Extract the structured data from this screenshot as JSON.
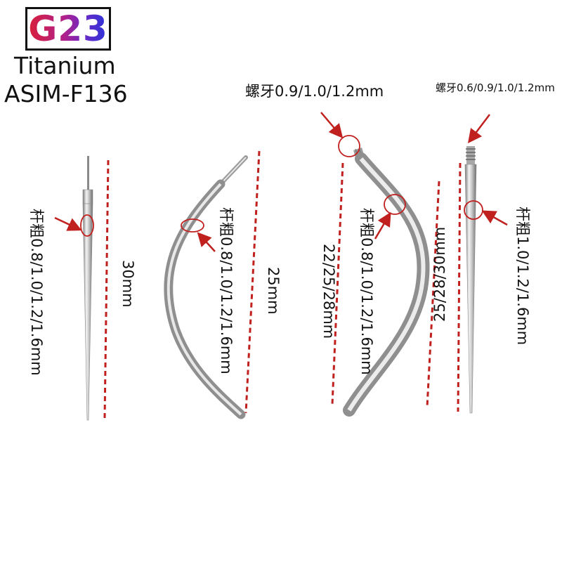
{
  "logo": {
    "text": "G23"
  },
  "material": "Titanium",
  "standard": "ASIM-F136",
  "labels": {
    "shaft1": "杆粗0.8/1.0/1.2/1.6mm",
    "length1": "30mm",
    "shaft2": "杆粗0.8/1.0/1.2/1.6mm",
    "length2": "25mm",
    "thread3": "螺牙0.9/1.0/1.2mm",
    "length3a": "22/25/28mm",
    "shaft3": "杆粗0.8/1.0/1.2/1.6mm",
    "length3b": "25/28/30mm",
    "thread4": "螺牙0.6/0.9/1.0/1.2mm",
    "shaft4": "杆粗1.0/1.2/1.6mm"
  },
  "colors": {
    "annotation": "#c0201e",
    "metal": "#b8b8b8",
    "text": "#111111"
  }
}
